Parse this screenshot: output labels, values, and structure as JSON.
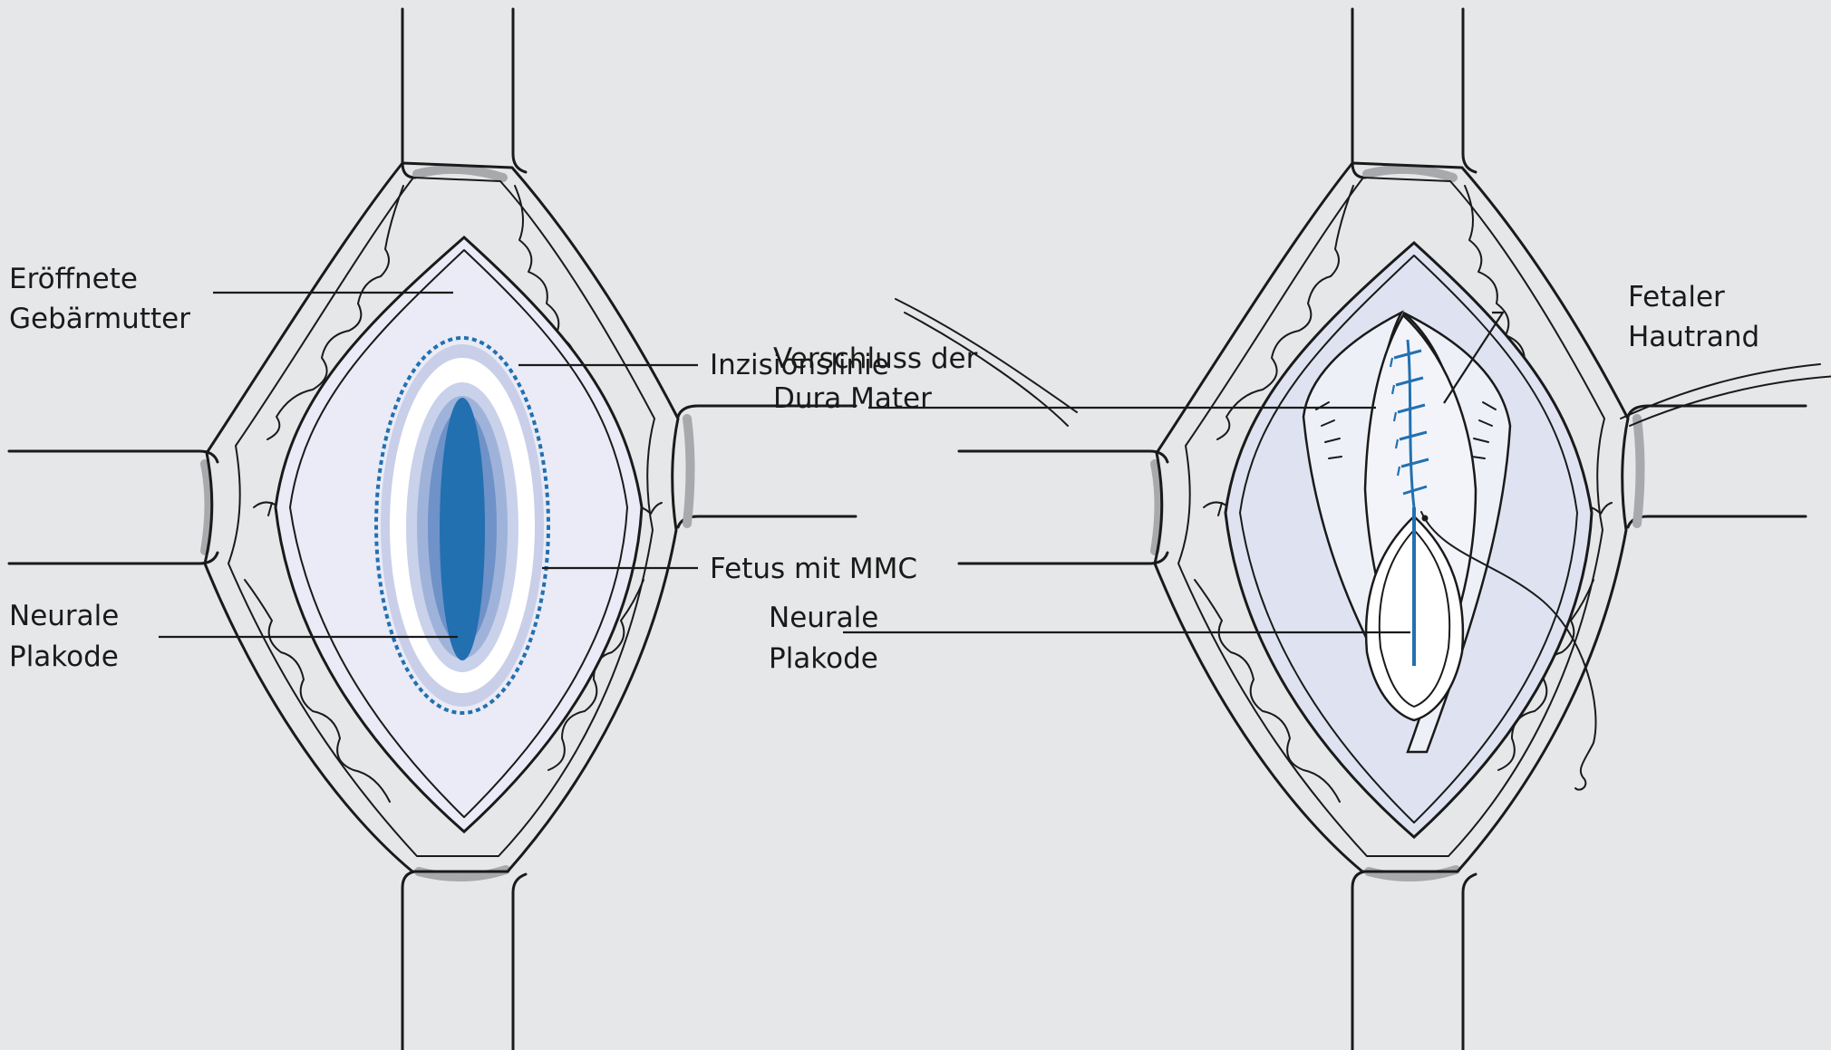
{
  "panels": {
    "left": {
      "labels": {
        "opened_uterus": [
          "Eröffnete",
          "Gebärmutter"
        ],
        "incision_line": [
          "Inzisionslinie"
        ],
        "fetus_mmc": [
          "Fetus mit MMC"
        ],
        "neural_placode": [
          "Neurale",
          "Plakode"
        ]
      }
    },
    "right": {
      "labels": {
        "dura_closure": [
          "Verschluss der",
          "Dura Mater"
        ],
        "fetal_skin_edge": [
          "Fetaler",
          "Hautrand"
        ],
        "neural_placode": [
          "Neurale",
          "Plakode"
        ]
      }
    }
  },
  "colors": {
    "background": "#e6e7e8",
    "field_fill": "#eaebf6",
    "field_fill_right": "#dfe3f1",
    "lesion_blue": "#2270b0",
    "shadow_gray": "#a7a9ac",
    "ink": "#1a1a1a"
  }
}
